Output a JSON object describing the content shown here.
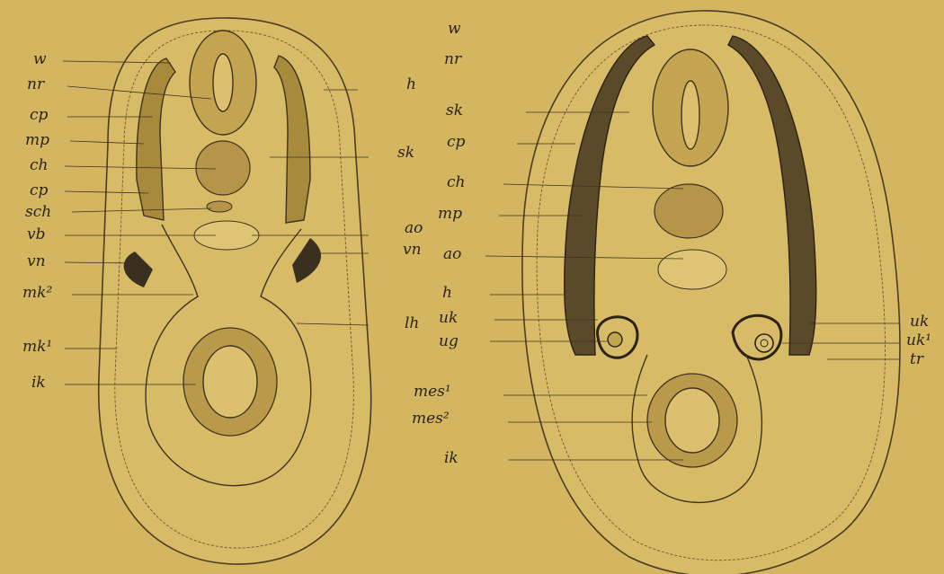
{
  "figure": {
    "background_color": "#d4b660",
    "ink_color": "#2a2418",
    "left_section": {
      "labels_left": [
        "w",
        "nr",
        "cp",
        "mp",
        "ch",
        "cp",
        "sch",
        "vb",
        "vn",
        "mk²",
        "mk¹",
        "ik"
      ],
      "labels_right": [
        "h",
        "sk",
        "ao",
        "vn",
        "lh"
      ]
    },
    "right_section": {
      "labels_top": [
        "w"
      ],
      "labels_left": [
        "nr",
        "sk",
        "cp",
        "ch",
        "mp",
        "ao",
        "h",
        "uk",
        "ug",
        "mes¹",
        "mes²",
        "ik"
      ],
      "labels_right": [
        "uk",
        "uk¹",
        "tr"
      ]
    }
  }
}
